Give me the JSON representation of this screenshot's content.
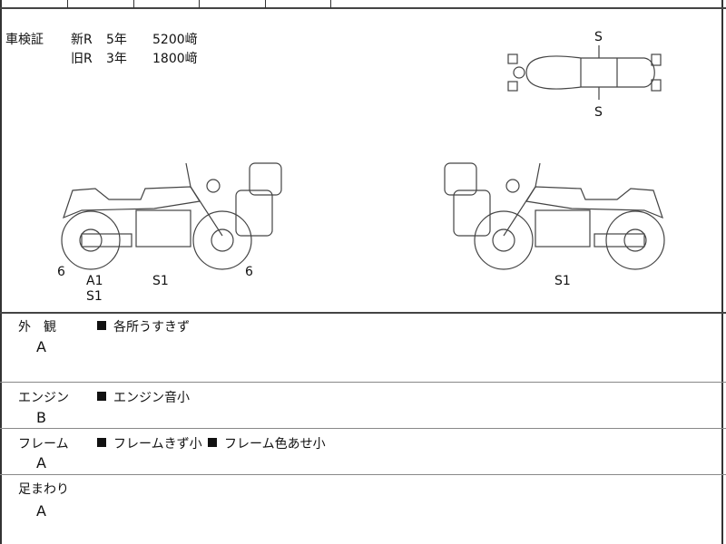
{
  "inspection_cert": {
    "label": "車検証",
    "new_r": {
      "label": "新R",
      "years": "5年",
      "price": "5200﨑"
    },
    "old_r": {
      "label": "旧R",
      "years": "3年",
      "price": "1800﨑"
    }
  },
  "diagram_marks": {
    "top_front": "S",
    "top_rear": "S",
    "left_front": "6",
    "left_a1": "A1",
    "left_s1_under": "S1",
    "left_s1": "S1",
    "left_rear": "6",
    "right_s1": "S1"
  },
  "sections": [
    {
      "label": "外　観",
      "grade": "A",
      "notes": [
        "各所うすきず"
      ]
    },
    {
      "label": "エンジン",
      "grade": "B",
      "notes": [
        "エンジン音小"
      ]
    },
    {
      "label": "フレーム",
      "grade": "A",
      "notes": [
        "フレームきず小",
        "フレーム色あせ小"
      ]
    },
    {
      "label": "足まわり",
      "grade": "A",
      "notes": []
    }
  ]
}
